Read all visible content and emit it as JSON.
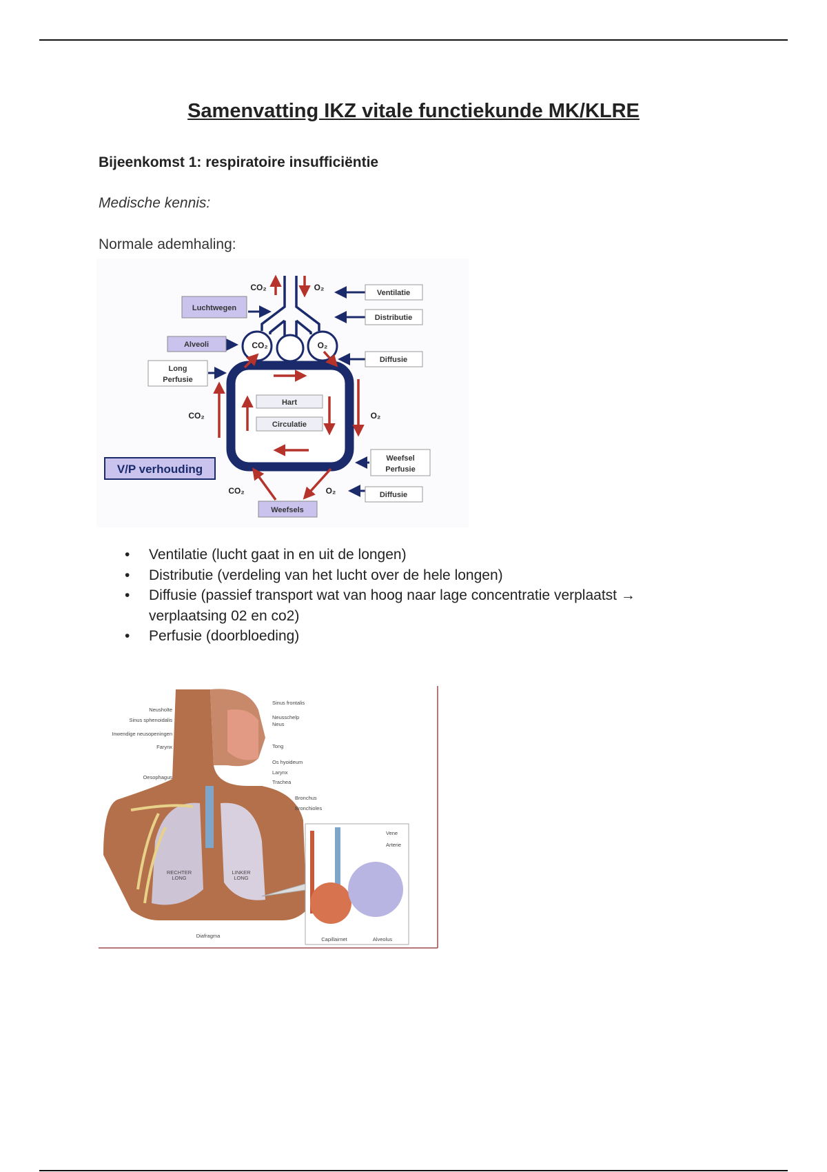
{
  "document": {
    "title": "Samenvatting IKZ vitale functiekunde MK/KLRE",
    "heading": "Bijeenkomst 1: respiratoire insufficiëntie",
    "subheading": "Medische kennis:",
    "section_label": "Normale ademhaling:",
    "bullet_glyph": "•",
    "bullets": [
      "Ventilatie (lucht gaat in en uit de longen)",
      "Distributie (verdeling van het lucht over de hele longen)",
      "Diffusie (passief transport wat van hoog naar lage concentratie verplaatst → verplaatsing 02 en co2)",
      "Perfusie (doorbloeding)"
    ]
  },
  "diagram": {
    "co2": "CO₂",
    "o2": "O₂",
    "luchtwegen": "Luchtwegen",
    "alveoli": "Alveoli",
    "long_perfusie_1": "Long",
    "long_perfusie_2": "Perfusie",
    "ventilatie": "Ventilatie",
    "distributie": "Distributie",
    "diffusie": "Diffusie",
    "hart": "Hart",
    "circulatie": "Circulatie",
    "vp": "V/P verhouding",
    "weefsel_perfusie_1": "Weefsel",
    "weefsel_perfusie_2": "Perfusie",
    "weefsels": "Weefsels",
    "colors": {
      "navy": "#1b2a6b",
      "red": "#b5332a",
      "lavender": "#c9c3ee"
    }
  },
  "anatomy": {
    "labels_left": [
      "Neusholte",
      "Sinus sphenoidalis",
      "Inwendige neusopeningen",
      "Farynx",
      "Oesophagus"
    ],
    "labels_right": [
      "Sinus frontalis",
      "Neusschelp",
      "Neus",
      "Tong",
      "Os hyoideum",
      "Larynx",
      "Trachea",
      "Bronchus",
      "Bronchioles"
    ],
    "rechter_long_1": "RECHTER",
    "rechter_long_2": "LONG",
    "linker_long_1": "LINKER",
    "linker_long_2": "LONG",
    "diafragma": "Diafragma",
    "vene": "Vene",
    "arterie": "Arterie",
    "capillairnet": "Capillairnet",
    "alveolus": "Alveolus"
  }
}
